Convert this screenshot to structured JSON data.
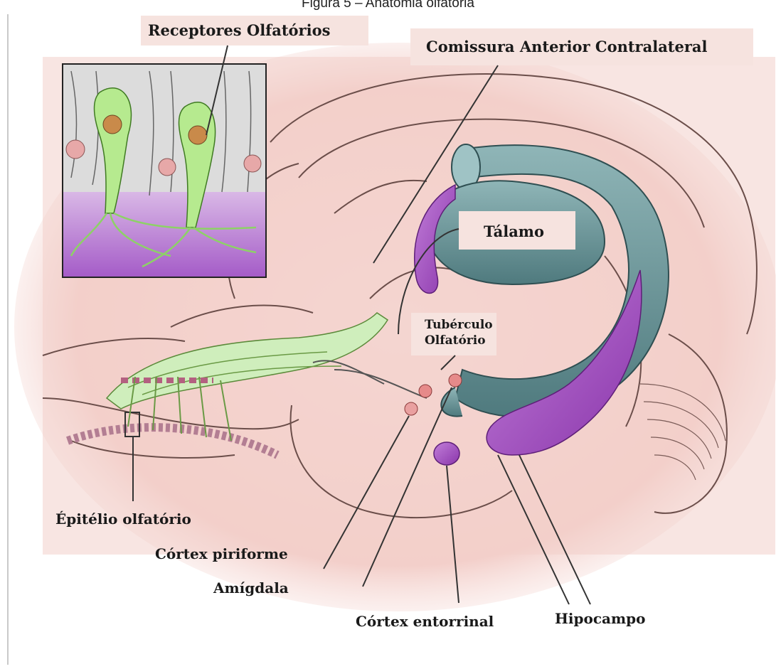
{
  "caption": "Figura 5 – Anatomia olfatória",
  "labels": {
    "receptores": "Receptores Olfatórios",
    "comissura": "Comissura Anterior Contralateral",
    "talamo": "Tálamo",
    "tuberculo_line1": "Tubérculo",
    "tuberculo_line2": "Olfatório",
    "epitelio": "Épitélio olfatório",
    "piriforme": "Córtex piriforme",
    "amigdala": "Amígdala",
    "entorrinal": "Córtex entorrinal",
    "hipocampo": "Hipocampo"
  },
  "colors": {
    "brain_pink": "#f3cfca",
    "thalamus_teal": "#6e9a9e",
    "limbic_purple": "#a24dc0",
    "neuron_green": "#a9e27d",
    "label_bg": "#f6e3df"
  }
}
